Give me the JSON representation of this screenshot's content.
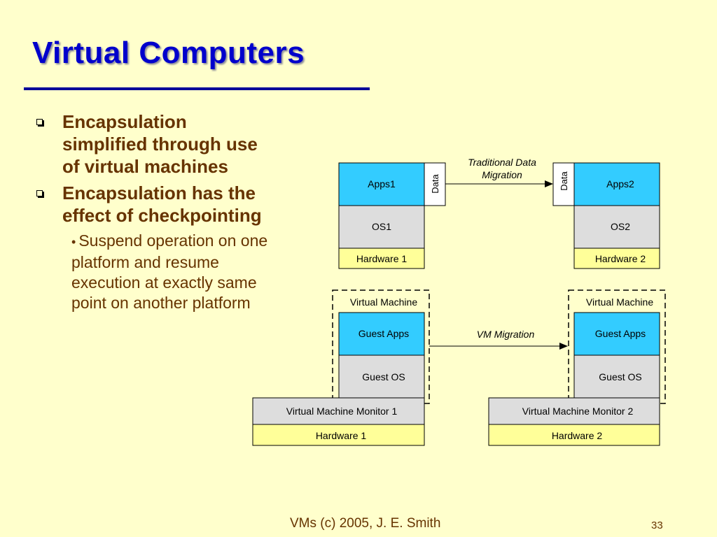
{
  "slide": {
    "title": "Virtual Computers",
    "bullets": [
      {
        "text": "Encapsulation simplified through use of virtual machines"
      },
      {
        "text": "Encapsulation has the effect of checkpointing"
      }
    ],
    "sub_bullet": "Suspend operation on one platform and resume execution at exactly same point on another platform",
    "sub_bullet_marker": "•",
    "footer": "VMs (c) 2005, J. E. Smith",
    "page_number": "33"
  },
  "diagram": {
    "top": {
      "apps1": "Apps1",
      "os1": "OS1",
      "hw1": "Hardware 1",
      "data_left": "Data",
      "arrow_label_line1": "Traditional Data",
      "arrow_label_line2": "Migration",
      "data_right": "Data",
      "apps2": "Apps2",
      "os2": "OS2",
      "hw2": "Hardware 2"
    },
    "bottom": {
      "vm_label_left": "Virtual Machine",
      "guest_apps_left": "Guest Apps",
      "guest_os_left": "Guest OS",
      "vmm1": "Virtual Machine Monitor 1",
      "hw1": "Hardware 1",
      "arrow_label": "VM Migration",
      "vm_label_right": "Virtual Machine",
      "guest_apps_right": "Guest Apps",
      "guest_os_right": "Guest OS",
      "vmm2": "Virtual Machine Monitor 2",
      "hw2": "Hardware 2"
    }
  },
  "colors": {
    "background": "#ffffcc",
    "title": "#0000cc",
    "title_rule": "#000099",
    "body_text": "#663300",
    "apps_fill": "#33ccff",
    "os_fill": "#dddddd",
    "hardware_fill": "#ffff99",
    "data_fill": "#ffffff"
  }
}
